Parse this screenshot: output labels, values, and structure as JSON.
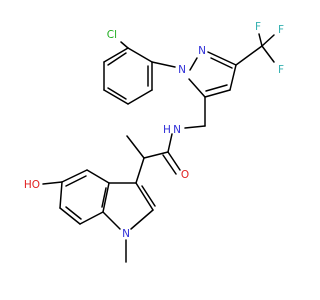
{
  "molecule": {
    "atoms": {
      "cl": {
        "text": "Cl",
        "color": "#1fad1f"
      },
      "n1": {
        "text": "N",
        "color": "#2f2fd8"
      },
      "n2": {
        "text": "N",
        "color": "#2f2fd8"
      },
      "f1": {
        "text": "F",
        "color": "#33b0b0"
      },
      "f2": {
        "text": "F",
        "color": "#33b0b0"
      },
      "f3": {
        "text": "F",
        "color": "#33b0b0"
      },
      "nh": {
        "text": "N",
        "color": "#2f2fd8"
      },
      "hnh": {
        "text": "H",
        "color": "#2f2fd8"
      },
      "o": {
        "text": "O",
        "color": "#e02020"
      },
      "ho": {
        "text": "HO",
        "color": "#e02020"
      },
      "nin": {
        "text": "N",
        "color": "#2f2fd8"
      }
    },
    "bond_color": "#000000"
  }
}
